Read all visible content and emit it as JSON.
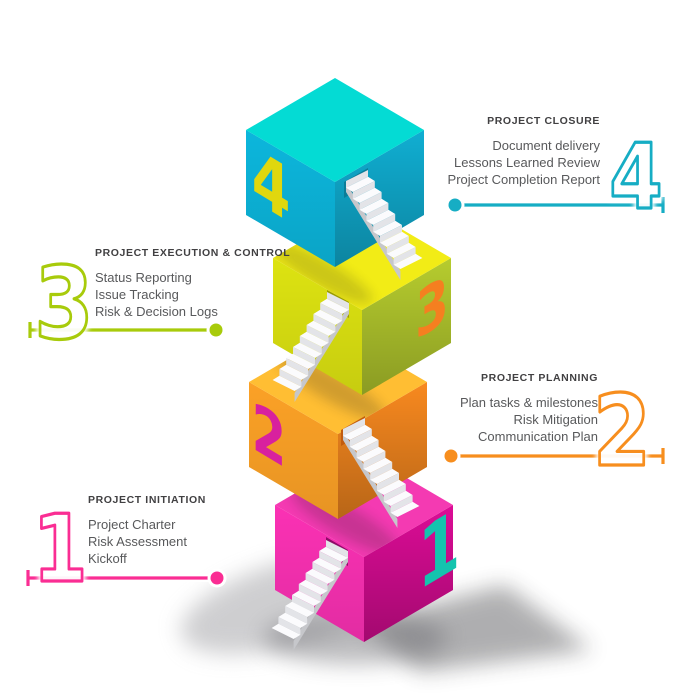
{
  "title": "Project Management Phases Infographic",
  "colors": {
    "heading_text": "#414042",
    "body_text": "#58595b",
    "stair_white": "#fbfbfd",
    "background": "#ffffff"
  },
  "phases": [
    {
      "number": "1",
      "heading": "PROJECT INITIATION",
      "items": [
        "Project Charter",
        "Risk Assessment",
        "Kickoff"
      ],
      "accent": "#fa2d93",
      "side": "left"
    },
    {
      "number": "2",
      "heading": "PROJECT PLANNING",
      "items": [
        "Plan tasks & milestones",
        "Risk Mitigation",
        "Communication Plan"
      ],
      "accent": "#f78e1e",
      "side": "right"
    },
    {
      "number": "3",
      "heading": "PROJECT EXECUTION & CONTROL",
      "items": [
        "Status Reporting",
        "Issue Tracking",
        "Risk & Decision Logs"
      ],
      "accent": "#a8cb0b",
      "side": "left"
    },
    {
      "number": "4",
      "heading": "PROJECT CLOSURE",
      "items": [
        "Document delivery",
        "Lessons Learned Review",
        "Project Completion Report"
      ],
      "accent": "#16adc4",
      "side": "right"
    }
  ],
  "cubes": [
    {
      "number": "1",
      "top_color": "#f43ab2",
      "left_color": "#fb31b4",
      "right_color": "#dc0c96",
      "numeral_color": "#14c4ae"
    },
    {
      "number": "2",
      "top_color": "#ffbe33",
      "left_color": "#fba126",
      "right_color": "#f8891f",
      "numeral_color": "#d8219e"
    },
    {
      "number": "3",
      "top_color": "#f2ec16",
      "left_color": "#dde311",
      "right_color": "#b6cc2e",
      "numeral_color": "#f57f20"
    },
    {
      "number": "4",
      "top_color": "#04dbd4",
      "left_color": "#0cb6dc",
      "right_color": "#10aed2",
      "numeral_color": "#e0d70e"
    }
  ]
}
